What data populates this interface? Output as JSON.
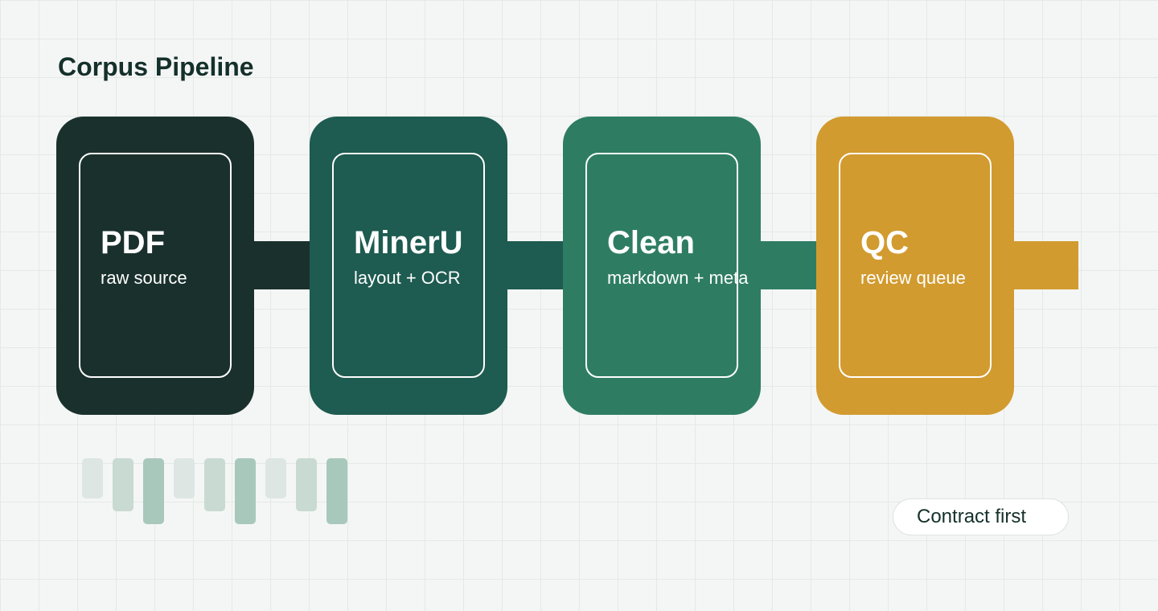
{
  "title": "Corpus Pipeline",
  "colors": {
    "background": "#f4f6f5",
    "grid": "#e4e9e6",
    "stage_pdf": "#1a302c",
    "stage_mineru": "#1e5b50",
    "stage_clean": "#2e7d63",
    "stage_qc": "#d29b2f",
    "outline": "#ffffff",
    "bar_light": "#dde6e2",
    "bar_mid": "#c8dad2",
    "bar_dark": "#a8c8bc"
  },
  "stages": [
    {
      "name": "PDF",
      "description": "raw source"
    },
    {
      "name": "MinerU",
      "description": "layout + OCR"
    },
    {
      "name": "Clean",
      "description": "markdown + meta"
    },
    {
      "name": "QC",
      "description": "review queue"
    }
  ],
  "badge": {
    "label": "Contract first"
  }
}
